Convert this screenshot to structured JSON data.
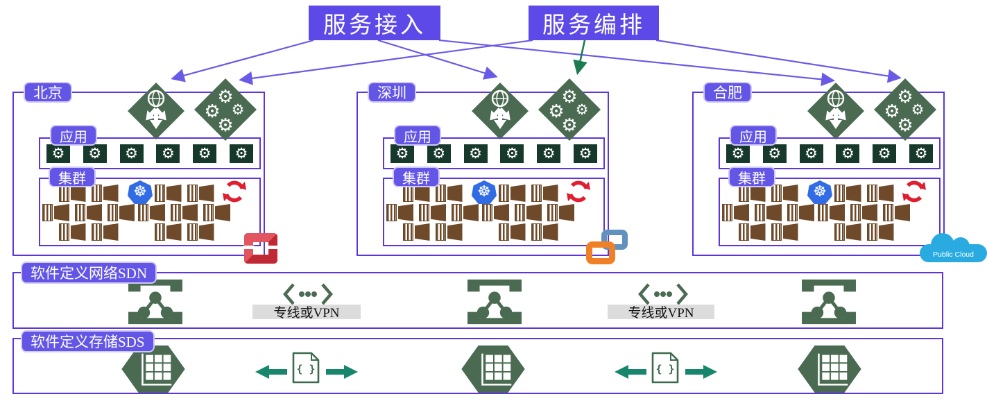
{
  "titles": {
    "service_access": "服务接入",
    "service_orchestration": "服务编排"
  },
  "regions": [
    {
      "name": "北京",
      "app_label": "应用",
      "cluster_label": "集群"
    },
    {
      "name": "深圳",
      "app_label": "应用",
      "cluster_label": "集群"
    },
    {
      "name": "合肥",
      "app_label": "应用",
      "cluster_label": "集群"
    }
  ],
  "platforms": {
    "beijing": "openstack-icon",
    "shenzhen": "vmware-icon",
    "hefei": "public-cloud-icon",
    "public_cloud_label": "Public Cloud"
  },
  "sdn": {
    "label": "软件定义网络SDN",
    "vpn_labels": [
      "专线或VPN",
      "专线或VPN"
    ]
  },
  "sds": {
    "label": "软件定义存储SDS"
  },
  "icons": {
    "load_balancer": "load-balancer-diamond-icon",
    "orchestration_gears": "gears-diamond-icon",
    "app_instance": "gear-tile-icon",
    "container": "container-icon",
    "kubernetes": "kubernetes-icon",
    "openshift": "openshift-icon",
    "openstack": "openstack-icon",
    "vmware": "vmware-icon",
    "public_cloud": "public-cloud-icon",
    "sdn_switch": "sdn-network-icon",
    "vpn_link": "vpn-dots-icon",
    "storage": "storage-hexagon-icon",
    "replication_doc": "json-doc-icon"
  },
  "colors": {
    "box_purple": "#5D49E8",
    "pill_purple": "#6355E6",
    "border_purple": "#5C35DD",
    "line_purple": "#6A5AE8",
    "green_arrow": "#1E7A4F",
    "icon_green": "#4A6B52",
    "tile_green": "#17392C",
    "container_brown": "#6E4A2A",
    "teal_arrow": "#17866C",
    "kubernetes_blue": "#326CE5",
    "openshift_red": "#E01E2F",
    "openstack_red": "#D3424C",
    "vmware_orange": "#F08027",
    "vmware_blue": "#6192BE",
    "cloud_blue": "#29ABE2",
    "vpn_bar_gray": "#DCDCDC"
  }
}
